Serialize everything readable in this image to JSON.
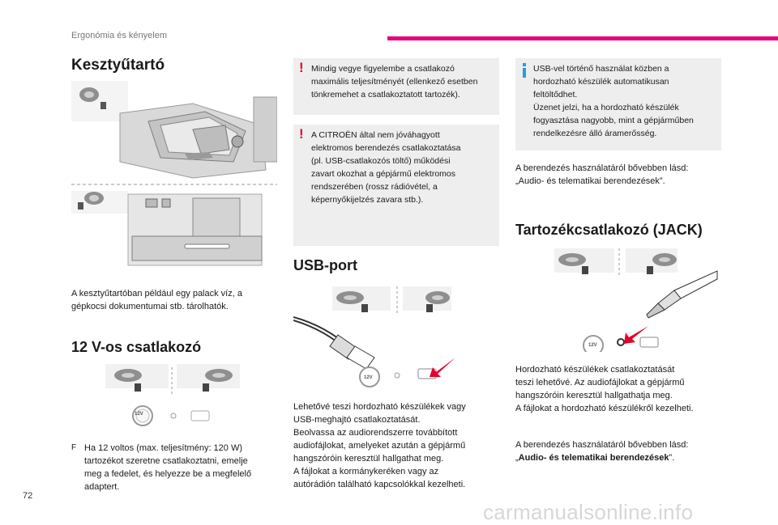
{
  "header": {
    "section": "Ergonómia és kényelem",
    "page": "72"
  },
  "watermark": "carmanualsonline.info",
  "glovebox": {
    "title": "Kesztyűtartó",
    "desc_lines": [
      "A kesztyűtartóban például egy palack víz, a",
      "gépkocsi dokumentumai stb. tárolhatók."
    ]
  },
  "socket12v": {
    "title": "12 V-os csatlakozó",
    "socket_label": "12V",
    "bullet": "F",
    "text_lines": [
      "Ha 12 voltos (max. teljesítmény: 120 W)",
      "tartozékot szeretne csatlakoztatni, emelje",
      "meg a fedelet, és helyezze be a megfelelő",
      "adaptert."
    ]
  },
  "warnings": [
    {
      "icon": "!",
      "lines": [
        "Mindig vegye figyelembe a csatlakozó",
        "maximális teljesítményét (ellenkező esetben",
        "tönkremehet a csatlakoztatott tartozék)."
      ]
    },
    {
      "icon": "!",
      "lines": [
        "A CITROËN által nem jóváhagyott",
        "elektromos berendezés csatlakoztatása",
        "(pl. USB-csatlakozós töltő) működési",
        "zavart okozhat a gépjármű elektromos",
        "rendszerében (rossz rádióvétel, a",
        "képernyőkijelzés zavara stb.)."
      ]
    }
  ],
  "usb": {
    "title": "USB-port",
    "socket_label": "12V",
    "text_lines": [
      "Lehetővé teszi hordozható készülékek vagy",
      "USB-meghajtó csatlakoztatását.",
      "Beolvassa az audiorendszerre továbbított",
      "audiofájlokat, amelyeket azután a gépjármű",
      "hangszóróin keresztül hallgathat meg.",
      "A fájlokat a kormánykeréken vagy az",
      "autórádión található kapcsolókkal kezelheti."
    ]
  },
  "info_note": {
    "icon": "i",
    "lines": [
      "USB-vel történő használat közben a",
      "hordozható készülék automatikusan",
      "feltöltődhet.",
      "Üzenet jelzi, ha a hordozható készülék",
      "fogyasztása nagyobb, mint a gépjárműben",
      "rendelkezésre álló áramerősség."
    ]
  },
  "usb_ref": {
    "lines": [
      "A berendezés használatáról bővebben lásd:",
      "„Audio- és telematikai berendezések”."
    ]
  },
  "jack": {
    "title": "Tartozékcsatlakozó (JACK)",
    "socket_label": "12V",
    "text_lines": [
      "Hordozható készülékek csatlakoztatását",
      "teszi lehetővé. Az audiofájlokat a gépjármű",
      "hangszóróin keresztül hallgathatja meg.",
      "A fájlokat a hordozható készülékről kezelheti."
    ],
    "ref_line1": "A berendezés használatáról bővebben lásd:",
    "ref_open": "„",
    "ref_bold": "Audio- és telematikai berendezések",
    "ref_close": "”."
  },
  "colors": {
    "accent": "#e6007e",
    "warning": "#e4002b",
    "info": "#2b9be0",
    "note_bg": "#eeeeee",
    "arrow": "#e4002b"
  }
}
